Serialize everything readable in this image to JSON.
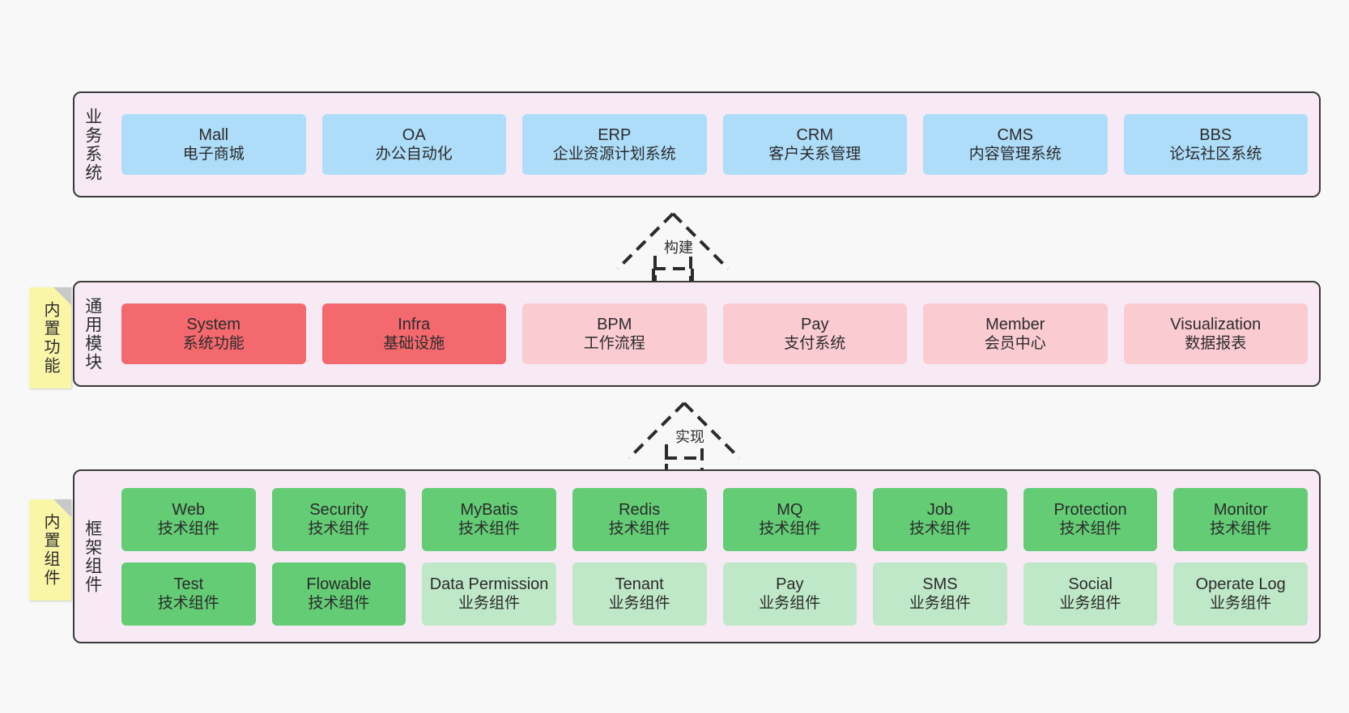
{
  "diagram": {
    "title": "ruoyi-vue-pro architecture layers",
    "colors": {
      "background": "#F8F8F8",
      "panel": "#F7EAF5",
      "panel_border": "#3A3A3A",
      "business_card": "#AEDDF9",
      "module_core": "#F4696E",
      "module_optional": "#FBCBD2",
      "component_tech": "#63CC75",
      "component_business": "#BFE8C8",
      "note": "#FAF6A8",
      "note_fold": "#C9C9C9"
    }
  },
  "layers": [
    {
      "id": "business-system",
      "title": "业务系统",
      "rows": [
        {
          "cards": [
            {
              "en": "Mall",
              "cn": "电子商城",
              "style": "c-blue"
            },
            {
              "en": "OA",
              "cn": "办公自动化",
              "style": "c-blue"
            },
            {
              "en": "ERP",
              "cn": "企业资源计划系统",
              "style": "c-blue"
            },
            {
              "en": "CRM",
              "cn": "客户关系管理",
              "style": "c-blue"
            },
            {
              "en": "CMS",
              "cn": "内容管理系统",
              "style": "c-blue"
            },
            {
              "en": "BBS",
              "cn": "论坛社区系统",
              "style": "c-blue"
            }
          ]
        }
      ]
    },
    {
      "id": "common-module",
      "title": "通用模块",
      "note": "内置功能",
      "rows": [
        {
          "cards": [
            {
              "en": "System",
              "cn": "系统功能",
              "style": "c-red"
            },
            {
              "en": "Infra",
              "cn": "基础设施",
              "style": "c-red"
            },
            {
              "en": "BPM",
              "cn": "工作流程",
              "style": "c-pink"
            },
            {
              "en": "Pay",
              "cn": "支付系统",
              "style": "c-pink"
            },
            {
              "en": "Member",
              "cn": "会员中心",
              "style": "c-pink"
            },
            {
              "en": "Visualization",
              "cn": "数据报表",
              "style": "c-pink"
            }
          ]
        }
      ]
    },
    {
      "id": "framework-component",
      "title": "框架组件",
      "note": "内置组件",
      "rows": [
        {
          "cards": [
            {
              "en": "Web",
              "cn": "技术组件",
              "style": "c-green"
            },
            {
              "en": "Security",
              "cn": "技术组件",
              "style": "c-green"
            },
            {
              "en": "MyBatis",
              "cn": "技术组件",
              "style": "c-green"
            },
            {
              "en": "Redis",
              "cn": "技术组件",
              "style": "c-green"
            },
            {
              "en": "MQ",
              "cn": "技术组件",
              "style": "c-green"
            },
            {
              "en": "Job",
              "cn": "技术组件",
              "style": "c-green"
            },
            {
              "en": "Protection",
              "cn": "技术组件",
              "style": "c-green"
            },
            {
              "en": "Monitor",
              "cn": "技术组件",
              "style": "c-green"
            }
          ]
        },
        {
          "cards": [
            {
              "en": "Test",
              "cn": "技术组件",
              "style": "c-green"
            },
            {
              "en": "Flowable",
              "cn": "技术组件",
              "style": "c-green"
            },
            {
              "en": "Data Permission",
              "cn": "业务组件",
              "style": "c-greenlight"
            },
            {
              "en": "Tenant",
              "cn": "业务组件",
              "style": "c-greenlight"
            },
            {
              "en": "Pay",
              "cn": "业务组件",
              "style": "c-greenlight"
            },
            {
              "en": "SMS",
              "cn": "业务组件",
              "style": "c-greenlight"
            },
            {
              "en": "Social",
              "cn": "业务组件",
              "style": "c-greenlight"
            },
            {
              "en": "Operate Log",
              "cn": "业务组件",
              "style": "c-greenlight"
            }
          ]
        }
      ]
    }
  ],
  "connectors": [
    {
      "id": "build",
      "label": "构建"
    },
    {
      "id": "implement",
      "label": "实现"
    }
  ]
}
